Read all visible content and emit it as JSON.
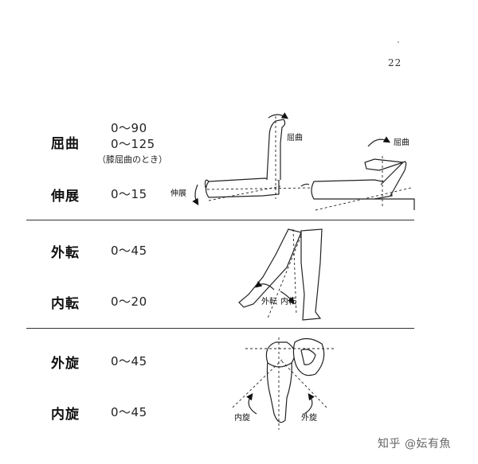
{
  "page_number": "22",
  "sections": [
    {
      "rows": [
        {
          "label": "屈曲",
          "ranges": [
            "0〜90",
            "0〜125"
          ],
          "note": "（膝屈曲のとき）"
        },
        {
          "label": "伸展",
          "ranges": [
            "0〜15"
          ]
        }
      ]
    },
    {
      "rows": [
        {
          "label": "外転",
          "ranges": [
            "0〜45"
          ]
        },
        {
          "label": "内転",
          "ranges": [
            "0〜20"
          ]
        }
      ]
    },
    {
      "rows": [
        {
          "label": "外旋",
          "ranges": [
            "0〜45"
          ]
        },
        {
          "label": "内旋",
          "ranges": [
            "0〜45"
          ]
        }
      ]
    }
  ],
  "figure_labels": {
    "flexion_a": "屈曲",
    "flexion_b": "屈曲",
    "extension": "伸展",
    "abduction": "外転",
    "adduction": "内転",
    "internal_rotation": "内旋",
    "external_rotation": "外旋"
  },
  "watermark": "知乎 @妘有魚"
}
